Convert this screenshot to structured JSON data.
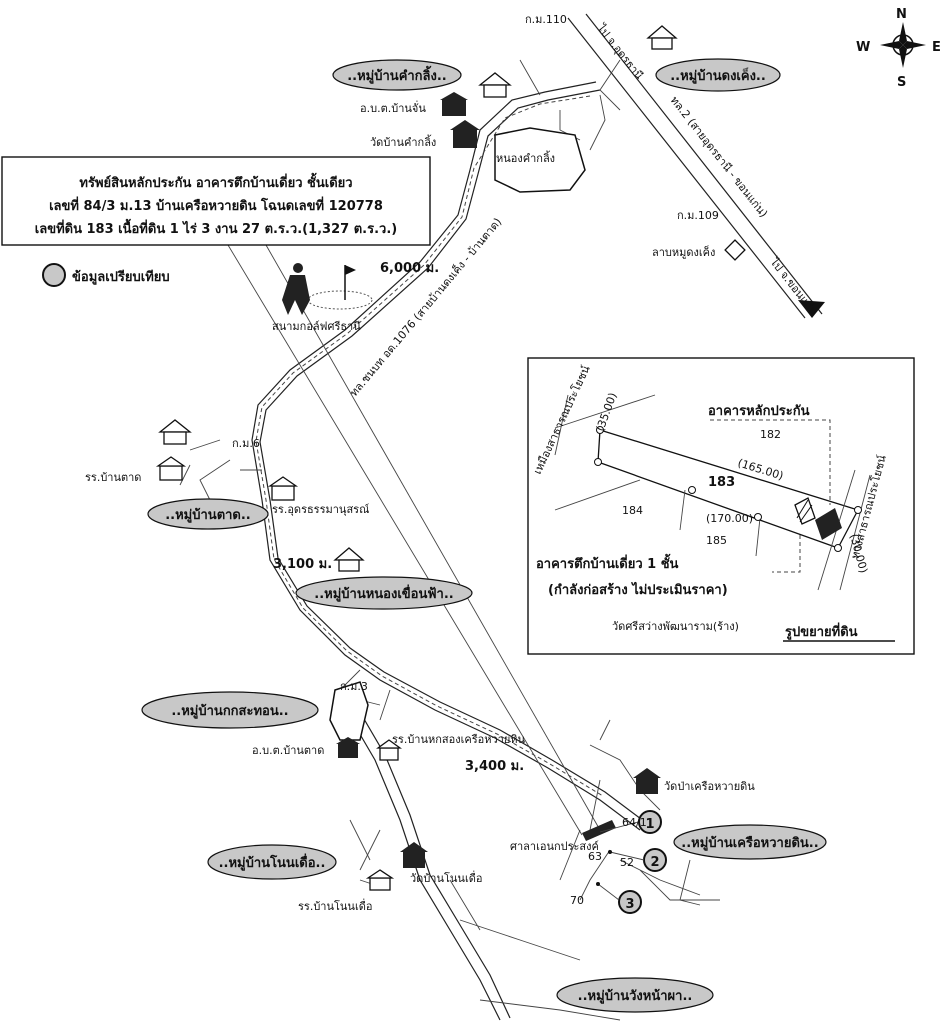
{
  "compass": {
    "n": "N",
    "s": "S",
    "e": "E",
    "w": "W"
  },
  "villages": {
    "kham_kling": "..หมู่บ้านคำกลิ้ง..",
    "dong_kheng": "..หมู่บ้านดงเค็ง..",
    "ban_tad": "..หมู่บ้านตาด..",
    "nong_khuean_fa": "..หมู่บ้านหนองเขื่อนฟ้า..",
    "kok_sathon": "..หมู่บ้านกกสะทอน..",
    "non_duea": "..หมู่บ้านโนนเดื่อ..",
    "khruea_huai_din": "..หมู่บ้านเครือหวายดิน..",
    "wang_na_pha": "..หมู่บ้านวังหน้าผา.."
  },
  "labels": {
    "km110": "ก.ม.110",
    "to_udon": "ไป จ.อุดรธานี",
    "obt_ban_chan": "อ.บ.ต.บ้านจั่น",
    "wat_kham_kling": "วัดบ้านคำกลิ้ง",
    "nong_kham_kling": "หนองคำกลิ้ง",
    "hwy2": "ทล.2 (สายอุดรธานี - ขอนแก่น)",
    "km109": "ก.ม.109",
    "larb_moo": "ลาบหมูดงเค็ง",
    "to_khonkaen": "ไป จ.ขอนแก่น",
    "dist_6000": "6,000 ม.",
    "golf": "สนามกอล์ฟศรีธานี",
    "road_1076": "ทล.ชนบท อด.1076 (สายบ้านดงเค็ง - บ้านตาด)",
    "km6": "ก.ม.6",
    "school_ban_tad": "รร.บ้านตาด",
    "school_udon_tham": "รร.อุดรธรรมานุสรณ์",
    "dist_3100": "3,100 ม.",
    "km3": "ก.ม.3",
    "school_nok_song": "รร.บ้านหกสองเครือหวายหิน",
    "obt_ban_tad": "อ.บ.ต.บ้านตาด",
    "dist_3400": "3,400 ม.",
    "wat_pa": "วัดป่าเครือหวายดิน",
    "sala": "ศาลาเอนกประสงค์",
    "wat_non_duea": "วัดบ้านโนนเดื่อ",
    "school_non_duea": "รร.บ้านโนนเดื่อ",
    "n64": "64/1",
    "n63": "63",
    "n52": "52",
    "n70": "70"
  },
  "legend": {
    "text": "ข้อมูลเปรียบเทียบ"
  },
  "markers": [
    "1",
    "2",
    "3"
  ],
  "property_box": {
    "line1": "ทรัพย์สินหลักประกัน อาคารตึกบ้านเดี่ยว ชั้นเดียว",
    "line2": "เลขที่ 84/3 ม.13 บ้านเครือหวายดิน โฉนดเลขที่ 120778",
    "line3": "เลขที่ดิน 183  เนื้อที่ดิน 1 ไร่ 3 งาน 27 ต.ร.ว.(1,327 ต.ร.ว.)"
  },
  "inset": {
    "public_ditch": "เหมืองสาธารณประโยชน์",
    "collateral": "อาคารหลักประกัน",
    "p182": "182",
    "p183": "183",
    "p184": "184",
    "p185": "185",
    "d35": "(35.00)",
    "d165": "(165.00)",
    "d170": "(170.00)",
    "d30": "(30.00)",
    "public_path": "ทางสาธารณประโยชน์",
    "building1": "อาคารตึกบ้านเดี่ยว 1 ชั้น",
    "building2": "(กำลังก่อสร้าง ไม่ประเมินราคา)",
    "wat_sri": "วัดศรีสว่างพัฒนาราม(ร้าง)",
    "title": "รูปขยายที่ดิน"
  }
}
